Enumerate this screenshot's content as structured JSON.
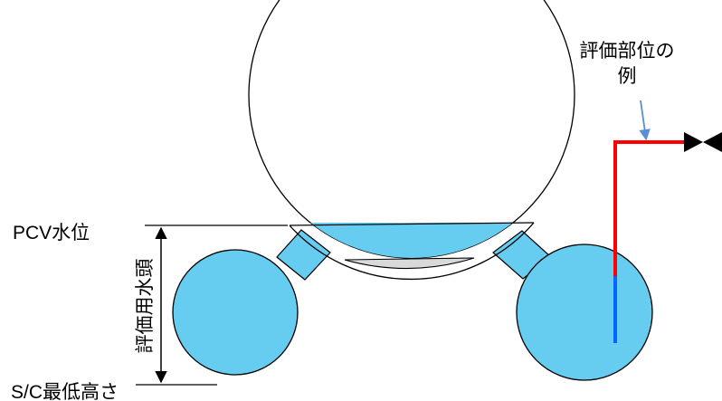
{
  "labels": {
    "pcv_water_level": "PCV水位",
    "evaluation_head": "評価用水頭",
    "sc_min_height": "S/C最低高さ",
    "evaluation_location_line1": "評価部位の",
    "evaluation_location_line2": "例"
  },
  "colors": {
    "water": "#66ccf0",
    "sediment": "#d9d9d9",
    "outline": "#000000",
    "pipe_upper": "#ff0000",
    "pipe_submerged": "#0066ff",
    "pointer_arrow": "#5b8ed6",
    "valve": "#000000"
  },
  "icons": {
    "valve": "gate-valve-icon",
    "pointer": "down-arrow-icon",
    "dimension": "double-headed-arrow-icon"
  }
}
